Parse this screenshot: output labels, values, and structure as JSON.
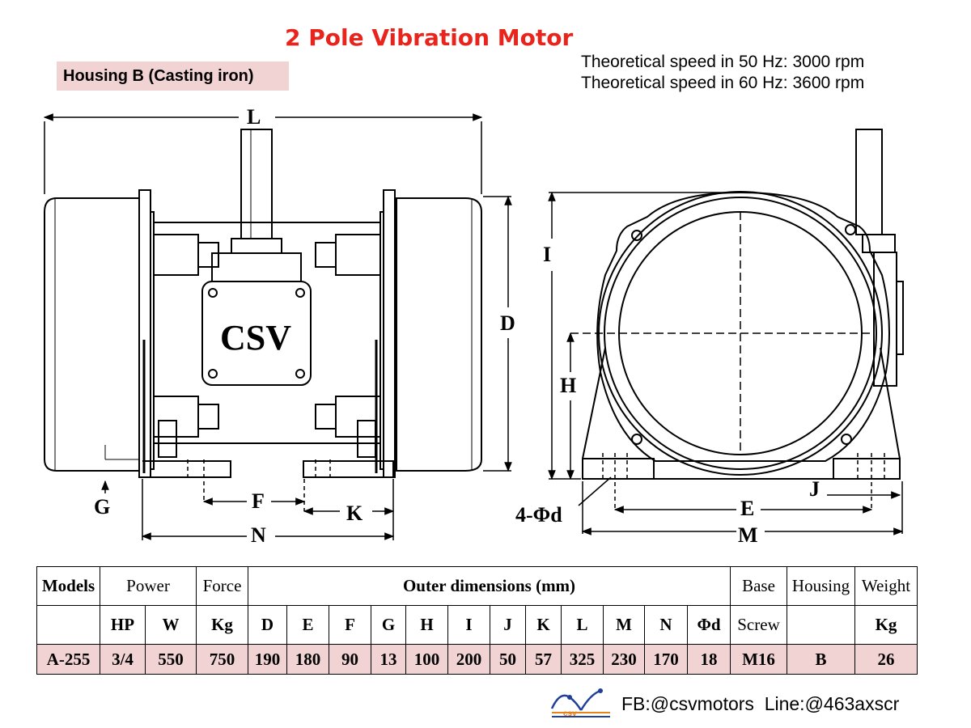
{
  "title": "2 Pole Vibration Motor",
  "housing_label": "Housing B (Casting iron)",
  "speed": {
    "line1": "Theoretical speed in 50 Hz: 3000 rpm",
    "line2": "Theoretical speed in 60 Hz: 3600 rpm"
  },
  "drawing": {
    "nameplate": "CSV",
    "dims": {
      "L": "L",
      "D": "D",
      "I": "I",
      "H": "H",
      "G": "G",
      "F": "F",
      "K": "K",
      "N": "N",
      "E": "E",
      "M": "M",
      "J": "J",
      "hole": "4-Φd"
    }
  },
  "table": {
    "header1": {
      "models": "Models",
      "power": "Power",
      "force": "Force",
      "outer": "Outer dimensions (mm)",
      "base": "Base",
      "housing": "Housing",
      "weight": "Weight"
    },
    "header2": [
      "HP",
      "W",
      "Kg",
      "D",
      "E",
      "F",
      "G",
      "H",
      "I",
      "J",
      "K",
      "L",
      "M",
      "N",
      "Φd",
      "Screw",
      "Kg"
    ],
    "row": {
      "model": "A-255",
      "values": [
        "3/4",
        "550",
        "750",
        "190",
        "180",
        "90",
        "13",
        "100",
        "200",
        "50",
        "57",
        "325",
        "230",
        "170",
        "18",
        "M16",
        "B",
        "26"
      ]
    }
  },
  "footer": {
    "contact": "FB:@csvmotors  Line:@463axscr",
    "logo_text": "csv"
  }
}
